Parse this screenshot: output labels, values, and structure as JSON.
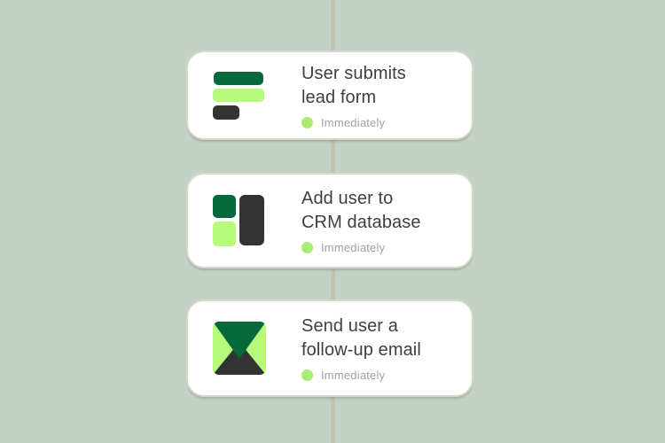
{
  "canvas": {
    "background": "#c4d1c6",
    "connector_color": "#c0c5b2",
    "card_background": "#ffffff",
    "card_border": "#d4d9c8"
  },
  "palette": {
    "dark_green": "#06693c",
    "light_green": "#b5fa78",
    "dark_gray": "#333333",
    "dot_green": "#a8ed72",
    "title_color": "#3d4043",
    "timing_color": "#a0a39c"
  },
  "workflow": {
    "steps": [
      {
        "title_line1": "User submits",
        "title_line2": "lead form",
        "timing": "Immediately",
        "icon": "lead-form-icon"
      },
      {
        "title_line1": "Add user to",
        "title_line2": "CRM database",
        "timing": "Immediately",
        "icon": "crm-database-icon"
      },
      {
        "title_line1": "Send user a",
        "title_line2": "follow-up email",
        "timing": "Immediately",
        "icon": "email-icon"
      }
    ]
  }
}
